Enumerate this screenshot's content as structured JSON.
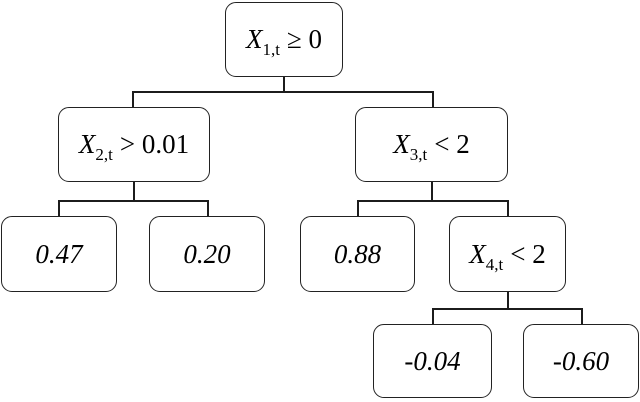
{
  "diagram": {
    "type": "decision-tree",
    "colors": {
      "background": "#ffffff",
      "node_fill": "#ffffff",
      "node_border": "#222222",
      "connector": "#1c1c1c",
      "text": "#000000"
    },
    "nodes": {
      "root": {
        "var": "X",
        "sub": "1,t",
        "cond": "≥ 0"
      },
      "left": {
        "var": "X",
        "sub": "2,t",
        "cond": "> 0.01"
      },
      "right": {
        "var": "X",
        "sub": "3,t",
        "cond": "< 2"
      },
      "leaf_ll": {
        "value": "0.47"
      },
      "leaf_lr": {
        "value": "0.20"
      },
      "leaf_rl": {
        "value": "0.88"
      },
      "right_right": {
        "var": "X",
        "sub": "4,t",
        "cond": "< 2"
      },
      "leaf_rrl": {
        "value": "-0.04"
      },
      "leaf_rrr": {
        "value": "-0.60"
      }
    },
    "edges": [
      "root->left",
      "root->right",
      "left->leaf_ll",
      "left->leaf_lr",
      "right->leaf_rl",
      "right->right_right",
      "right_right->leaf_rrl",
      "right_right->leaf_rrr"
    ]
  }
}
